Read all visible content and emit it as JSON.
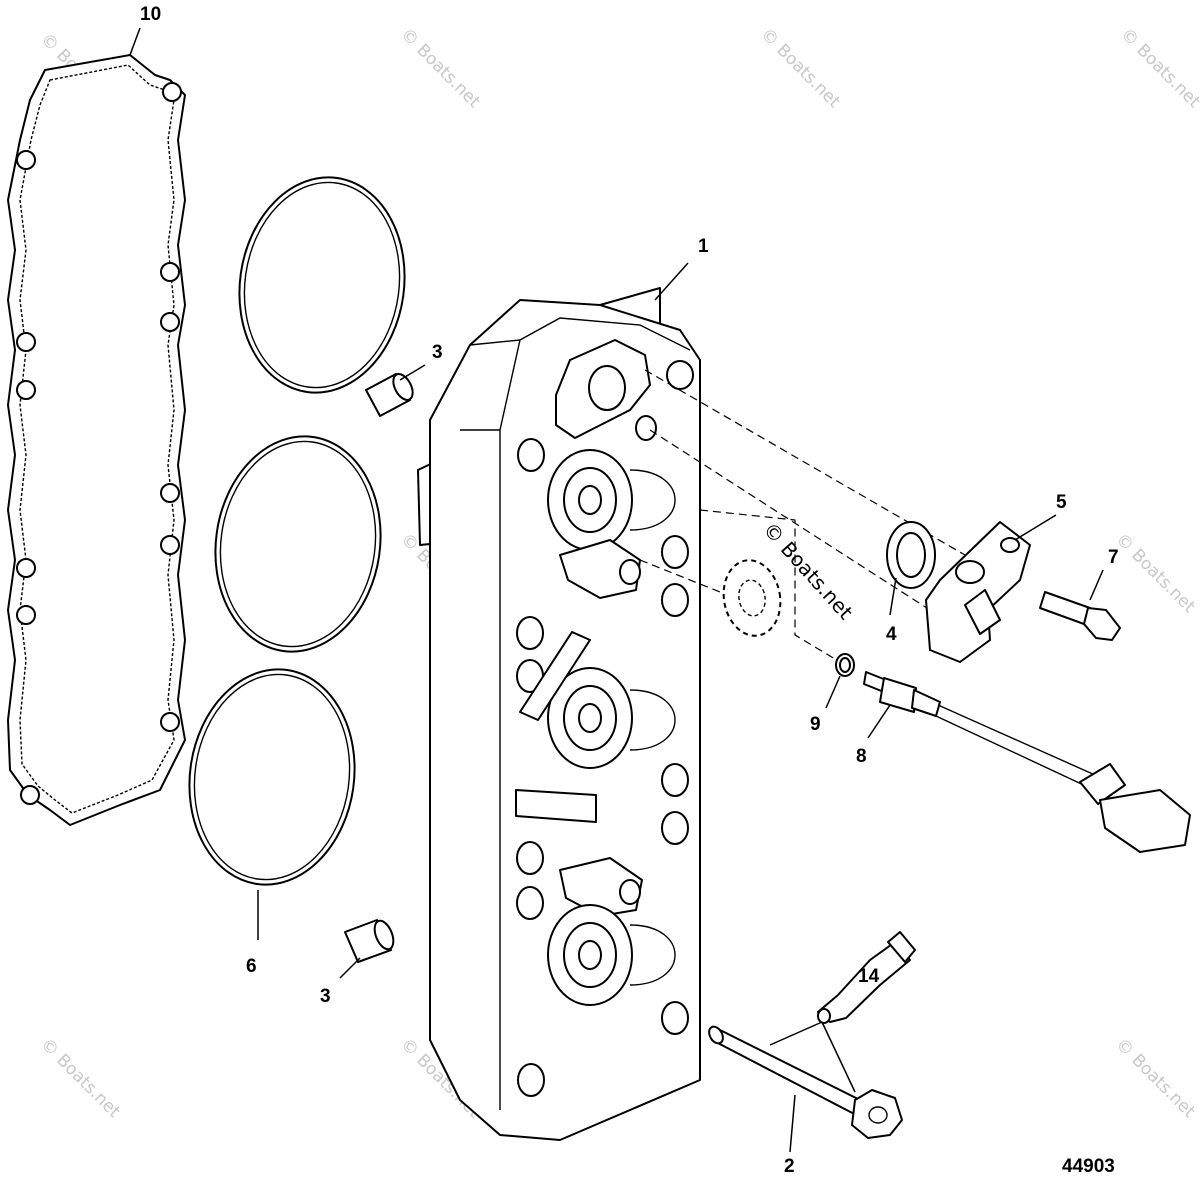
{
  "diagram": {
    "callouts": {
      "c1": "1",
      "c2": "2",
      "c3a": "3",
      "c3b": "3",
      "c4": "4",
      "c5": "5",
      "c6": "6",
      "c7": "7",
      "c8": "8",
      "c9": "9",
      "c10": "10",
      "c14": "14"
    },
    "drawing_number": "44903",
    "watermark": "© Boats.net"
  }
}
